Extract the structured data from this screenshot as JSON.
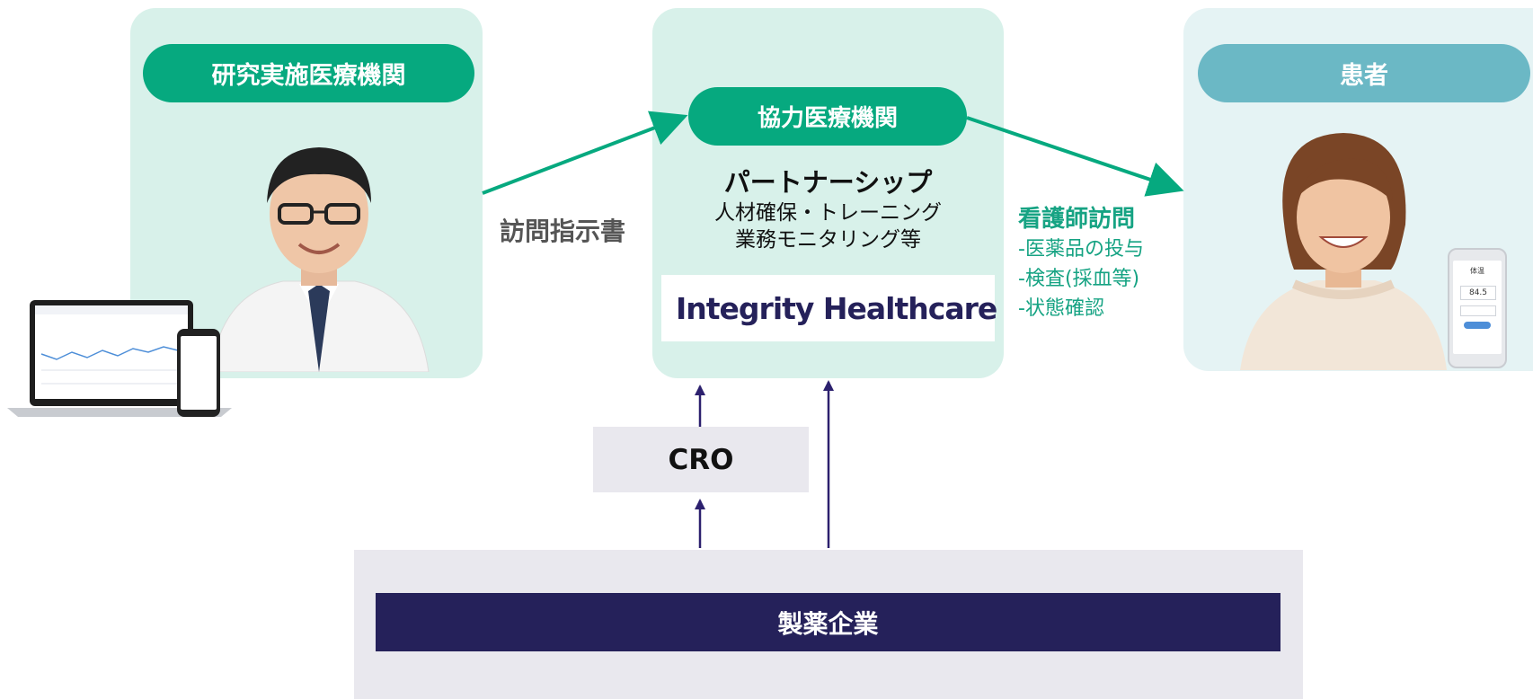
{
  "colors": {
    "panel_green": "#d8f1ea",
    "panel_blue": "#e5f3f4",
    "pill_green": "#06a97f",
    "pill_blue": "#6bb8c5",
    "arrow_green": "#06a97f",
    "arrow_navy": "#2c206e",
    "navy": "#25215a",
    "gray_box": "#e9e8ee",
    "teal_text": "#16a383"
  },
  "left_panel": {
    "pill_label": "研究実施医療機関"
  },
  "center_panel": {
    "pill_label": "協力医療機関",
    "heading": "パートナーシップ",
    "lines": [
      "人材確保・トレーニング",
      "業務モニタリング等"
    ],
    "logo_text": "Integrity Healthcare"
  },
  "right_panel": {
    "pill_label": "患者"
  },
  "instruction_label": "訪問指示書",
  "nurse_visit": {
    "title": "看護師訪問",
    "items": [
      "-医薬品の投与",
      "-検査(採血等)",
      "-状態確認"
    ]
  },
  "cro_label": "CRO",
  "pharma_label": "製薬企業",
  "phone_screen": {
    "title": "体温",
    "value": "84.5"
  }
}
